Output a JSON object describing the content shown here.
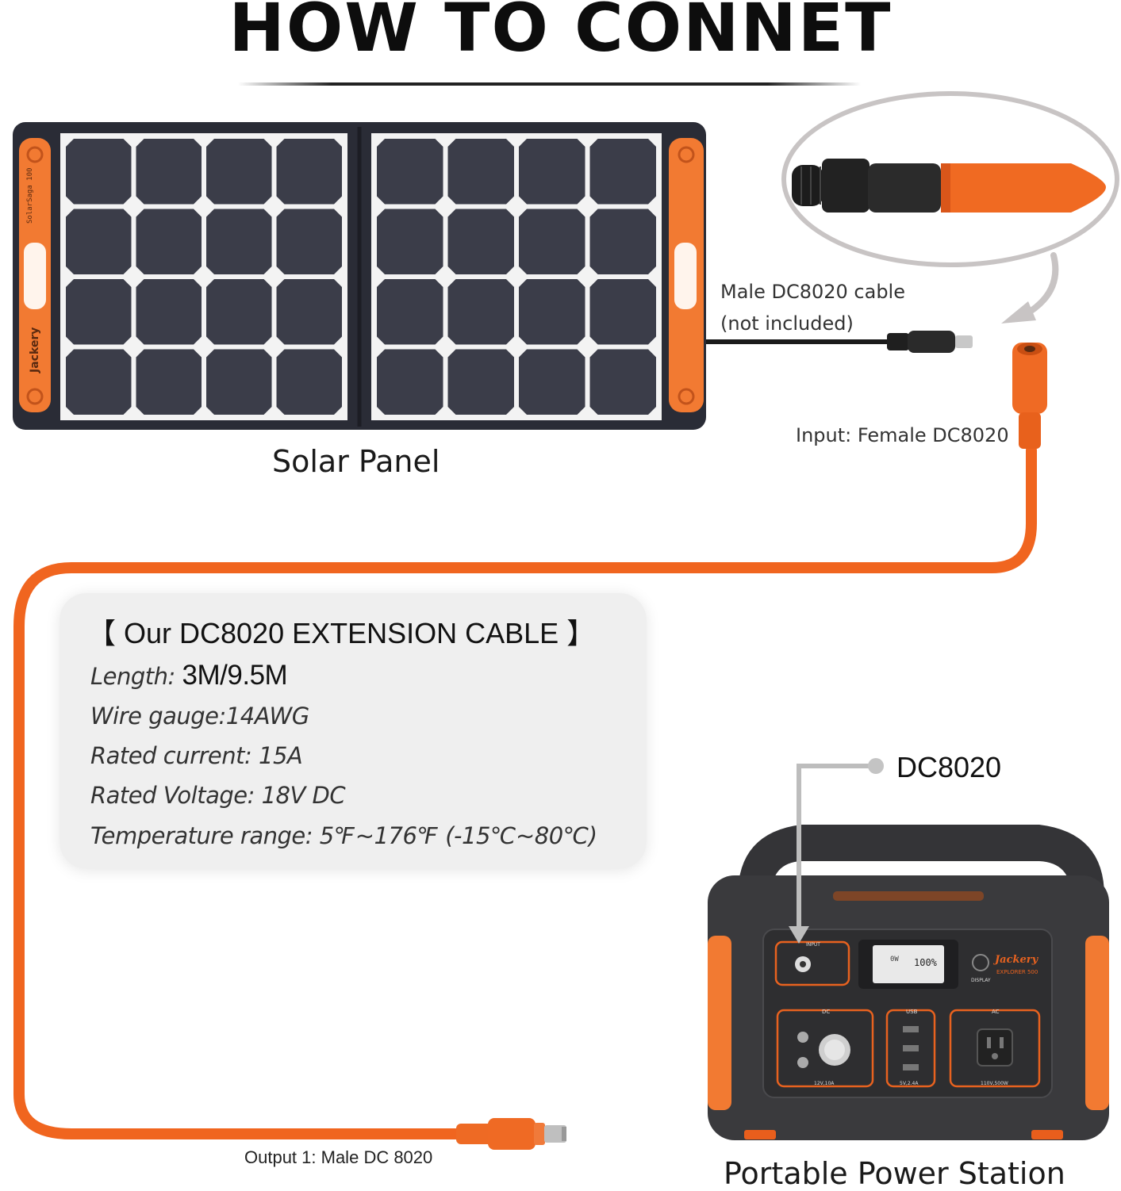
{
  "title": "HOW TO CONNET",
  "solar_panel": {
    "label": "Solar Panel",
    "brand_text": "SolarSaga 100",
    "logo_text": "Jackery"
  },
  "male_cable": {
    "label_line1": "Male DC8020 cable",
    "label_line2": "(not included)"
  },
  "input_label": "Input: Female DC8020",
  "output_label_prefix": "Output 1: Male",
  "output_label_suffix": "DC 8020",
  "spec_card": {
    "title": "【 Our DC8020 EXTENSION CABLE 】",
    "length_label": "Length:",
    "length_value": "3M/9.5M",
    "wire_gauge": "Wire gauge:14AWG",
    "rated_current": "Rated current:  15A",
    "rated_voltage": "Rated Voltage:  18V DC",
    "temperature": "Temperature range:  5℉~176℉  (-15℃~80℃)"
  },
  "station": {
    "label": "Portable Power Station",
    "callout": "DC8020",
    "brand": "Jackery",
    "model": "EXPLORER 500",
    "input_text": "INPUT",
    "display_text": "DISPLAY",
    "screen_percent": "100%",
    "screen_watts": "0W",
    "dc_tag": "DC",
    "usb_tag": "USB",
    "ac_tag": "AC",
    "dc_rating": "12V,10A",
    "usb_rating": "5V,2.4A",
    "ac_rating": "110V,500W"
  },
  "colors": {
    "cable_orange": "#f0651f",
    "panel_frame": "#2a2c36",
    "cell": "#3b3d49",
    "accent_orange": "#f27a32",
    "station_body": "#3a3a3d"
  }
}
